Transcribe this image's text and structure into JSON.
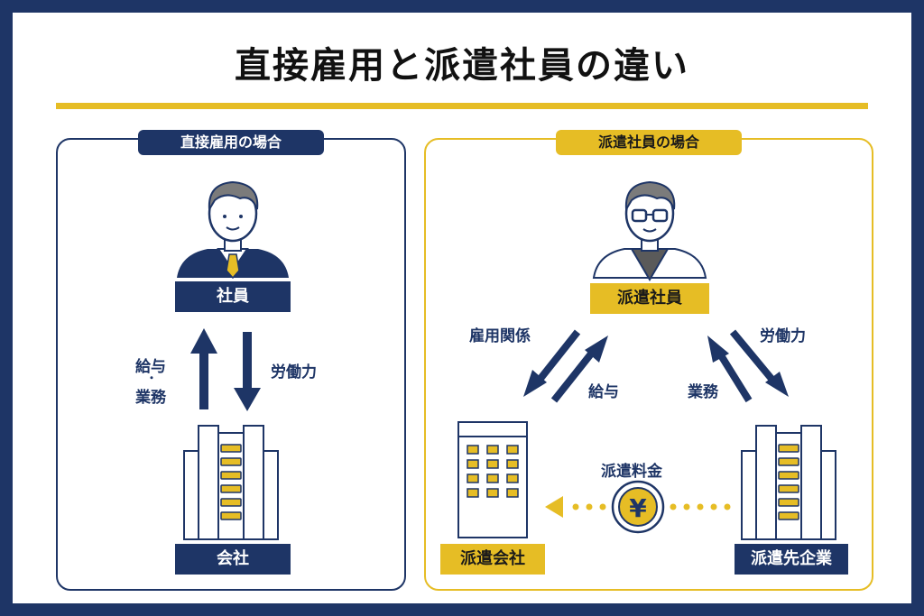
{
  "title": "直接雇用と派遣社員の違い",
  "left_panel": {
    "tab": "直接雇用の場合",
    "employee_label": "社員",
    "company_label": "会社",
    "up_arrow_text_1": "給与",
    "up_arrow_separator": "・",
    "up_arrow_text_2": "業務",
    "down_arrow_text": "労働力"
  },
  "right_panel": {
    "tab": "派遣社員の場合",
    "worker_label": "派遣社員",
    "agency_label": "派遣会社",
    "client_label": "派遣先企業",
    "employment_relation": "雇用関係",
    "salary": "給与",
    "duties": "業務",
    "labor": "労働力",
    "fee": "派遣料金",
    "fee_symbol": "¥"
  },
  "colors": {
    "navy": "#1e3566",
    "gold": "#e6bd25"
  }
}
